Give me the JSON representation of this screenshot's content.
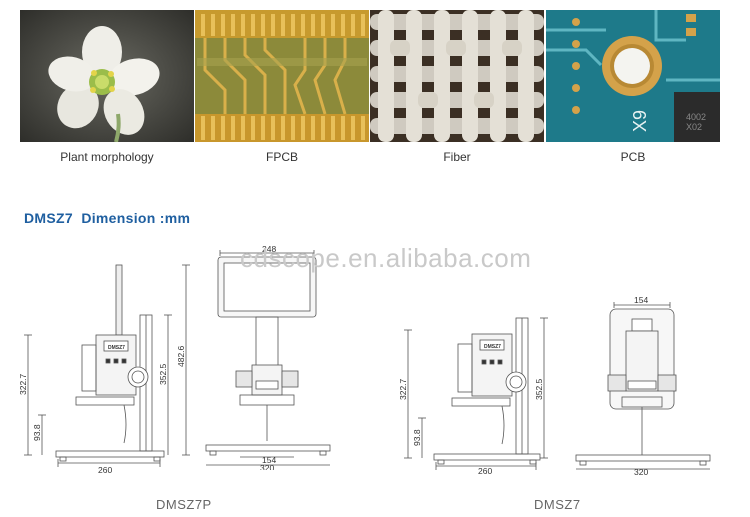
{
  "photos": [
    {
      "caption": "Plant morphology"
    },
    {
      "caption": "FPCB"
    },
    {
      "caption": "Fiber"
    },
    {
      "caption": "PCB"
    }
  ],
  "section": {
    "title": "DMSZ7  Dimension :mm"
  },
  "watermark": "cdscope.en.alibaba.com",
  "drawings": {
    "left": {
      "model_name": "DMSZ7P",
      "brand": "DMSZ7",
      "dims": {
        "h1": "322.7",
        "h2": "93.8",
        "w_base": "260",
        "h_col": "352.5",
        "h_total": "482.6",
        "w_screen": "248",
        "w_inner": "154",
        "w_front": "320"
      }
    },
    "right": {
      "model_name": "DMSZ7",
      "brand": "DMSZ7",
      "dims": {
        "h1": "322.7",
        "h2": "93.8",
        "w_base": "260",
        "h_col": "352.5",
        "w_top": "154",
        "w_front": "320"
      }
    }
  },
  "colors": {
    "title": "#1f5fa0",
    "pcb": "#1e7a8a",
    "pcb_pad": "#d4a24a"
  }
}
